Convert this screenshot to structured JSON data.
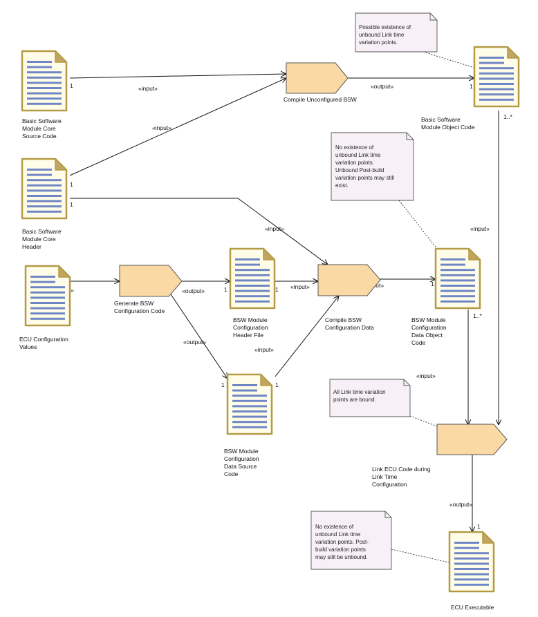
{
  "artifacts": {
    "core_source": {
      "label": [
        "Basic Software",
        "Module Core",
        "Source Code"
      ]
    },
    "core_header": {
      "label": [
        "Basic Software",
        "Module Core",
        "Header"
      ]
    },
    "ecu_values": {
      "label": [
        "ECU Configuration",
        "Values"
      ]
    },
    "cfg_header": {
      "label": [
        "BSW Module",
        "Configuration",
        "Header File"
      ]
    },
    "cfg_source": {
      "label": [
        "BSW Module",
        "Configuration",
        "Data Source",
        "Code"
      ]
    },
    "object_code": {
      "label": [
        "Basic Software",
        "Module Object Code"
      ]
    },
    "cfg_object": {
      "label": [
        "BSW Module",
        "Configuration",
        "Data Object",
        "Code"
      ]
    },
    "ecu_executable": {
      "label": [
        "ECU Executable"
      ]
    }
  },
  "activities": {
    "compile_unconf": {
      "label": [
        "Compile Unconfigured BSW"
      ]
    },
    "generate_cfg": {
      "label": [
        "Generate BSW",
        "Configuration Code"
      ]
    },
    "compile_cfg": {
      "label": [
        "Compile BSW",
        "Configuration Data"
      ]
    },
    "link_ecu": {
      "label": [
        "Link ECU Code during",
        "Link Time",
        "Configuration"
      ]
    }
  },
  "notes": {
    "note1": [
      "Possible existence of",
      "unbound Link time",
      "variation points."
    ],
    "note2": [
      "No existence of",
      "unbound Link time",
      "variation points.",
      "Unbound Post-build",
      "variation points may still",
      "exist."
    ],
    "note3": [
      "All Link time variation",
      "points are bound."
    ],
    "note4": [
      "No existence of",
      "unbound Link time",
      "variation points. Post-",
      "build variation points",
      "may still be unbound."
    ]
  },
  "stereotypes": {
    "input": "«input»",
    "output": "«output»"
  },
  "multiplicities": {
    "one": "1",
    "many": "1..*"
  },
  "colors": {
    "doc_fill": "#fffde8",
    "doc_border": "#b49a44",
    "doc_lines": "#6f86c6",
    "activity_fill": "#fbd9a4",
    "activity_border": "#555555",
    "note_fill": "#f7f1f7",
    "note_border": "#555555",
    "edge": "#111111"
  }
}
